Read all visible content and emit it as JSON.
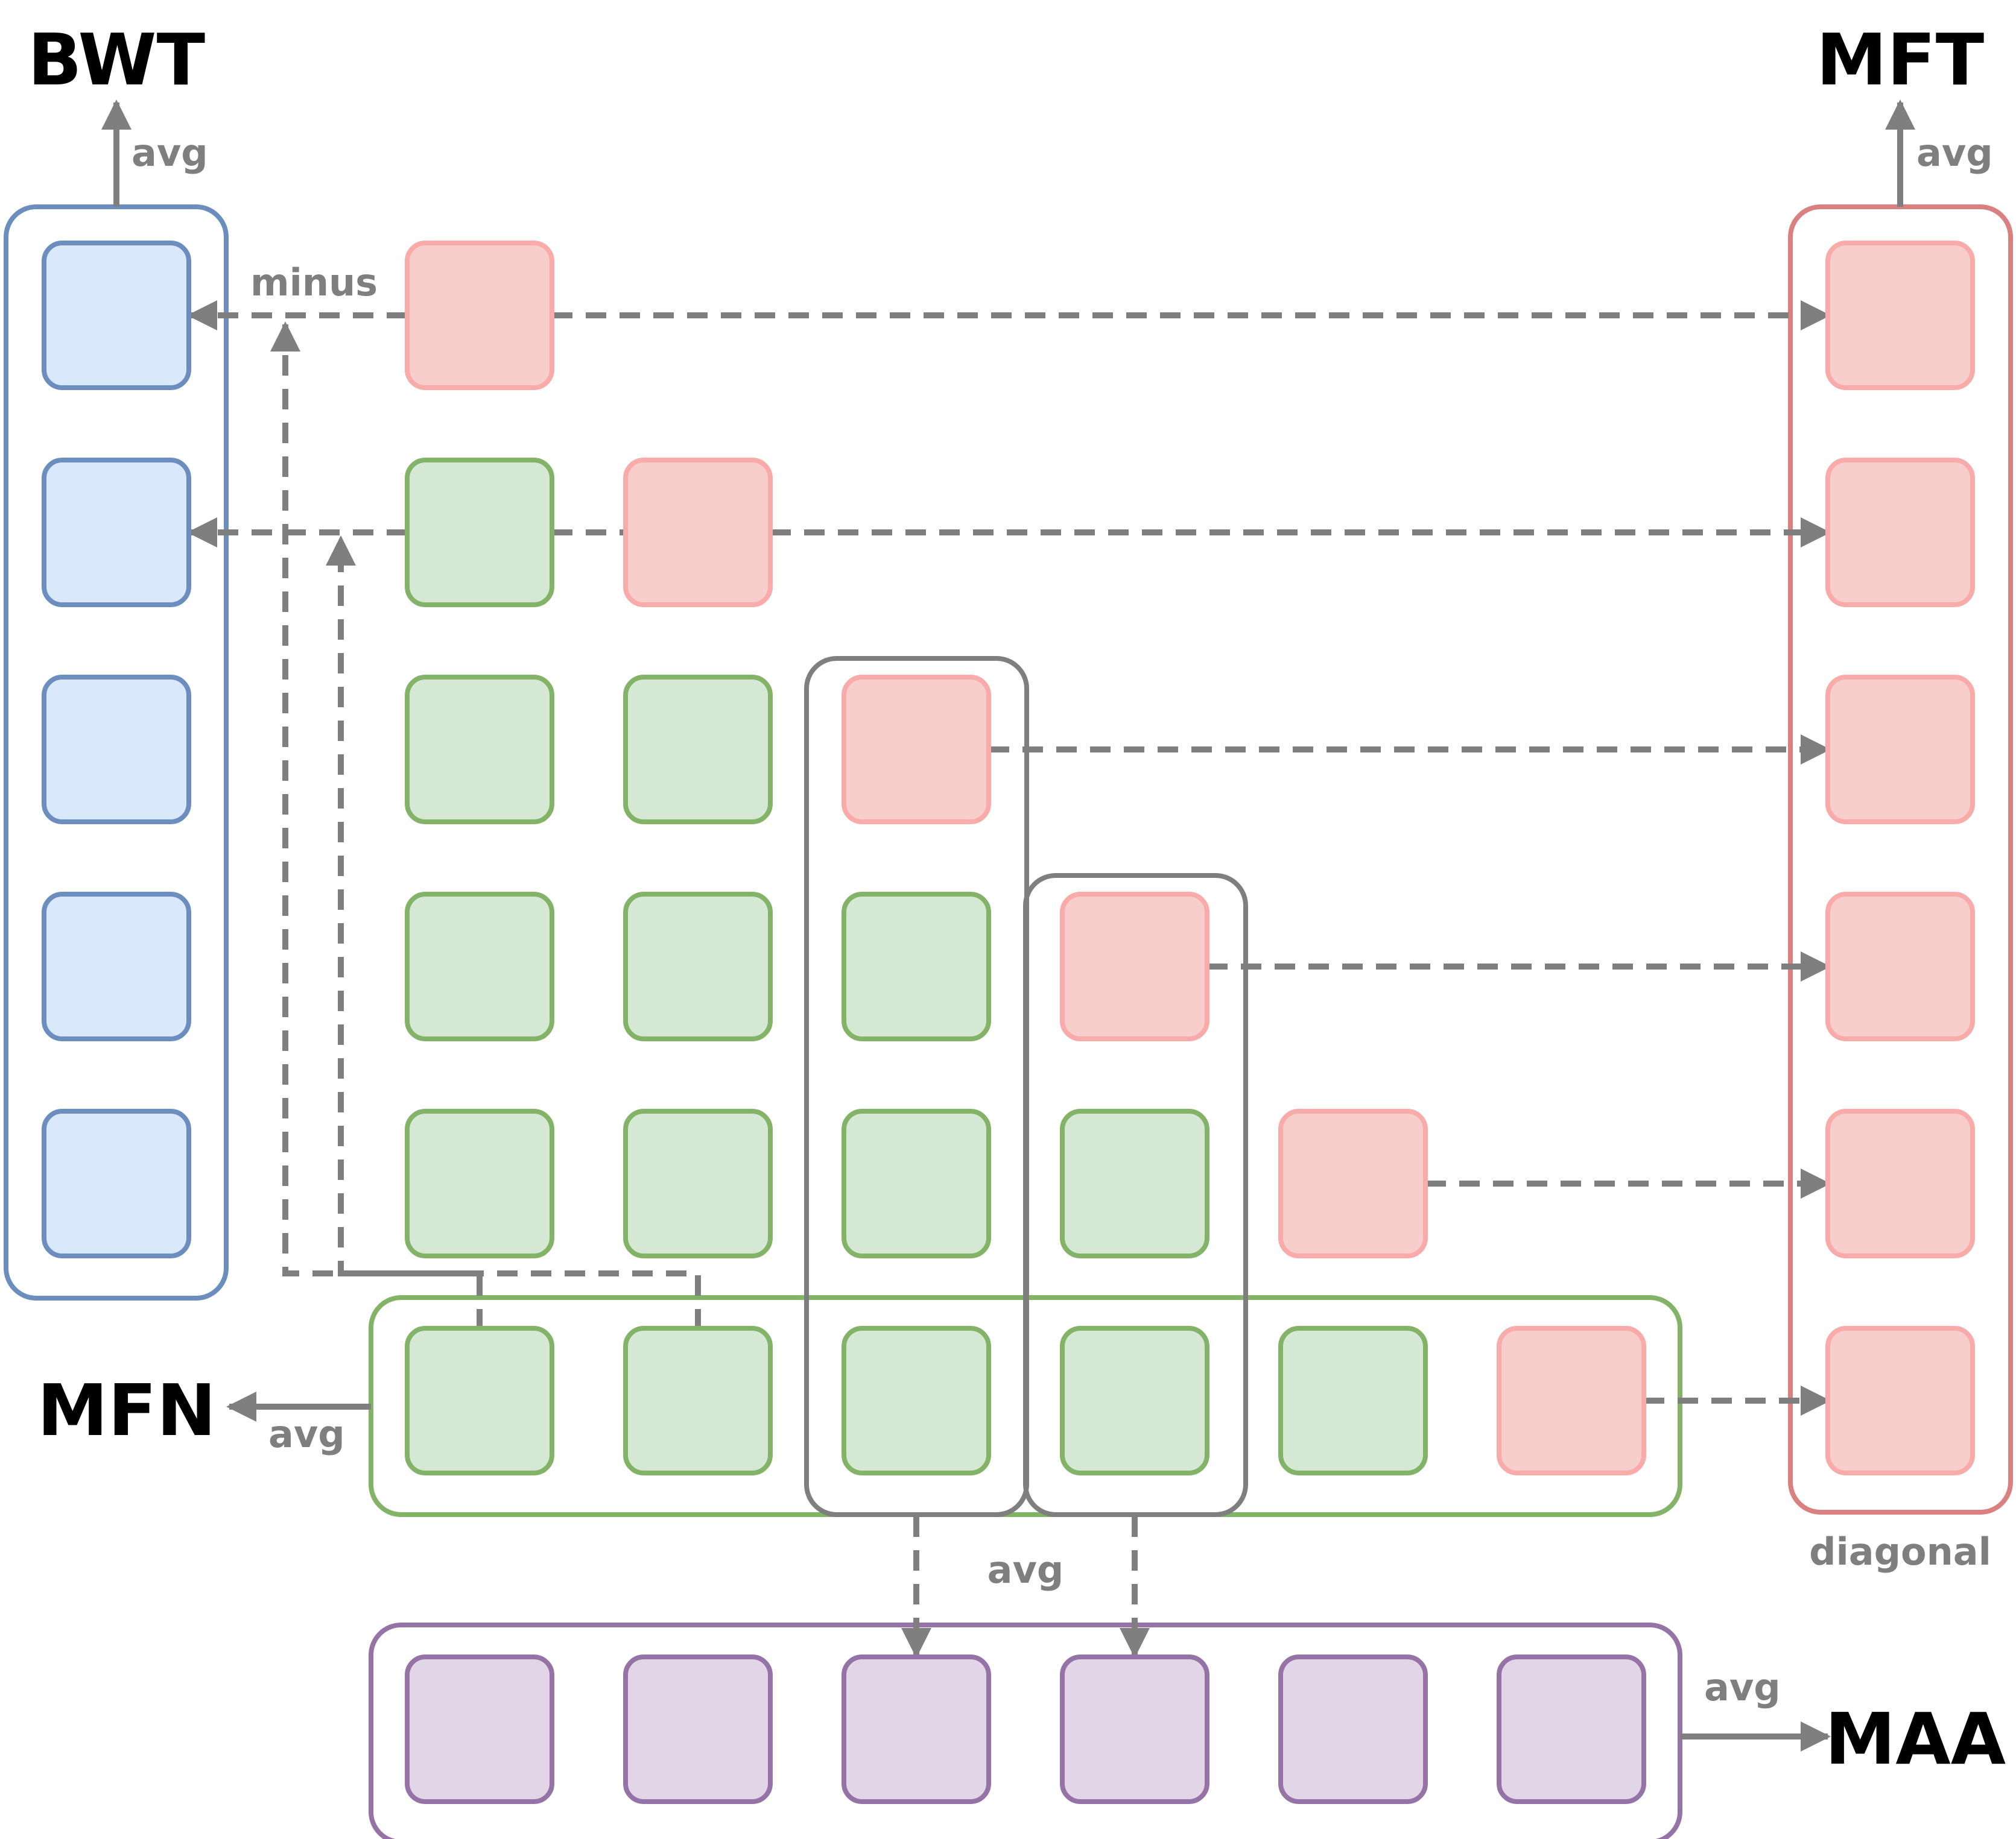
{
  "labels": {
    "bwt": "BWT",
    "mft": "MFT",
    "mfn": "MFN",
    "maa": "MAA",
    "avg_bwt": "avg",
    "avg_mft": "avg",
    "avg_mfn": "avg",
    "avg_maa": "avg",
    "avg_columns": "avg",
    "minus": "minus",
    "diagonal": "diagonal"
  },
  "colors": {
    "blue_fill": "#dae8fc",
    "blue_stroke": "#6c8ebf",
    "red_fill": "#f8cecc",
    "red_stroke": "#f8aba8",
    "red_frame": "#d98080",
    "green_fill": "#d5e8d4",
    "green_stroke": "#82b366",
    "purple_fill": "#e1d5e7",
    "purple_stroke": "#9673a6",
    "gray": "#7f7f7f"
  },
  "matrix": {
    "rows": 6,
    "cols": 6,
    "cell_kinds": [
      [
        "red"
      ],
      [
        "green",
        "red"
      ],
      [
        "green",
        "green",
        "red"
      ],
      [
        "green",
        "green",
        "green",
        "red"
      ],
      [
        "green",
        "green",
        "green",
        "green",
        "red"
      ],
      [
        "green",
        "green",
        "green",
        "green",
        "green",
        "red"
      ]
    ]
  },
  "bwt_column_cells": 5,
  "mft_column_cells": 6,
  "maa_row_cells": 6
}
